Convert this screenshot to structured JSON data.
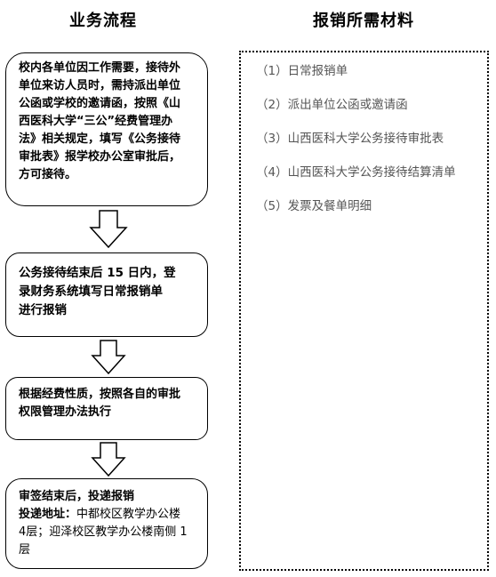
{
  "headings": {
    "left": "业务流程",
    "right": "报销所需材料"
  },
  "steps": [
    {
      "lines": [
        "校内各单位因工作需要，接待外",
        "单位来访人员时，需持派出单位",
        "公函或学校的邀请函，按照《山",
        "西医科大学“三公”经费管理办",
        "法》相关规定，填写《公务接待",
        "审批表》报学校办公室审批后，",
        "方可接待。"
      ]
    },
    {
      "lines": [
        "公务接待结束后 15 日内，登",
        "录财务系统填写日常报销单",
        "进行报销"
      ]
    },
    {
      "lines": [
        "根据经费性质，按照各自的审批",
        "权限管理办法执行"
      ]
    },
    {
      "line1": "审签结束后，投递报销",
      "addr_label": "投递地址：",
      "addr_text1": "中都校区教学办公楼",
      "addr_text2": "4层；迎泽校区教学办公楼南侧 1",
      "addr_text3": "层"
    }
  ],
  "materials": [
    "（1）日常报销单",
    "（2）派出单位公函或邀请函",
    "（3）山西医科大学公务接待审批表",
    "（4）山西医科大学公务接待结算清单",
    "（5）发票及餐单明细"
  ]
}
